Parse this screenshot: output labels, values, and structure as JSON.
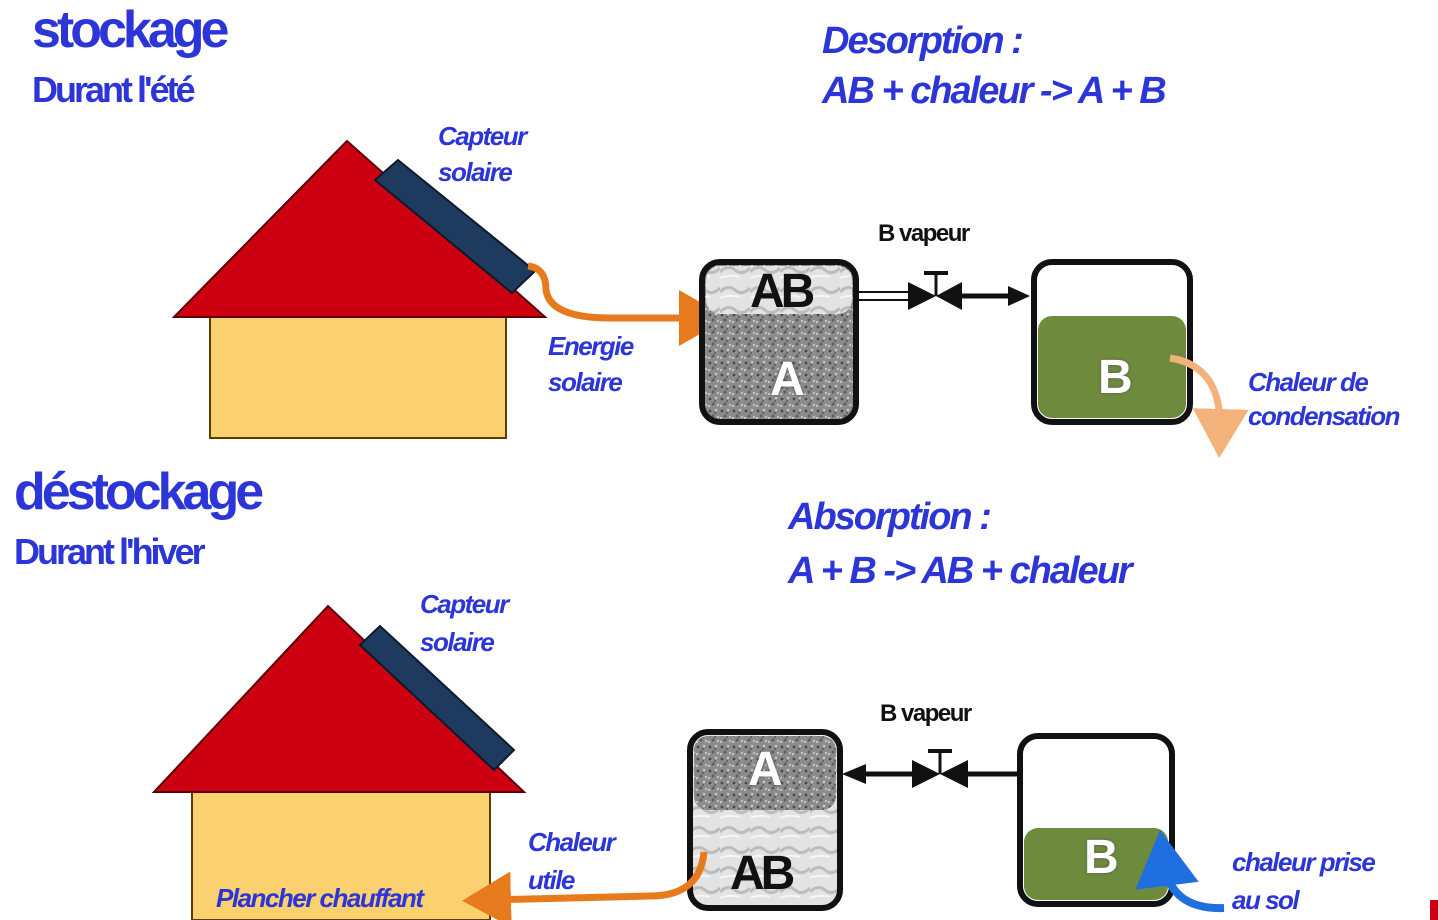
{
  "summer": {
    "title": "stockage",
    "subtitle": "Durant l'été",
    "reaction_title": "Desorption :",
    "reaction": "AB + chaleur -> A + B",
    "collector_label": [
      "Capteur",
      "solaire"
    ],
    "energy_label": [
      "Energie",
      "solaire"
    ],
    "vapor_label": "B vapeur",
    "tank_left_top": "AB",
    "tank_left_bottom": "A",
    "tank_right": "B",
    "heat_out_label": [
      "Chaleur de",
      "condensation"
    ]
  },
  "winter": {
    "title": "déstockage",
    "subtitle": "Durant l'hiver",
    "reaction_title": "Absorption :",
    "reaction": "A + B -> AB + chaleur",
    "collector_label": [
      "Capteur",
      "solaire"
    ],
    "useful_heat_label": [
      "Chaleur",
      "utile"
    ],
    "floor_label": "Plancher chauffant",
    "vapor_label": "B vapeur",
    "tank_left_top": "A",
    "tank_left_bottom": "AB",
    "tank_right": "B",
    "ground_heat_label": [
      "chaleur prise",
      "au sol"
    ]
  },
  "colors": {
    "text_blue": "#2b35d8",
    "roof_red": "#cc0010",
    "wall_yellow": "#fbd06e",
    "collector_navy": "#1e3a5f",
    "liquid_green": "#6e8b3d",
    "arrow_orange": "#e87a1e",
    "arrow_peach": "#f2b27a",
    "arrow_blue": "#1f6fe0"
  }
}
